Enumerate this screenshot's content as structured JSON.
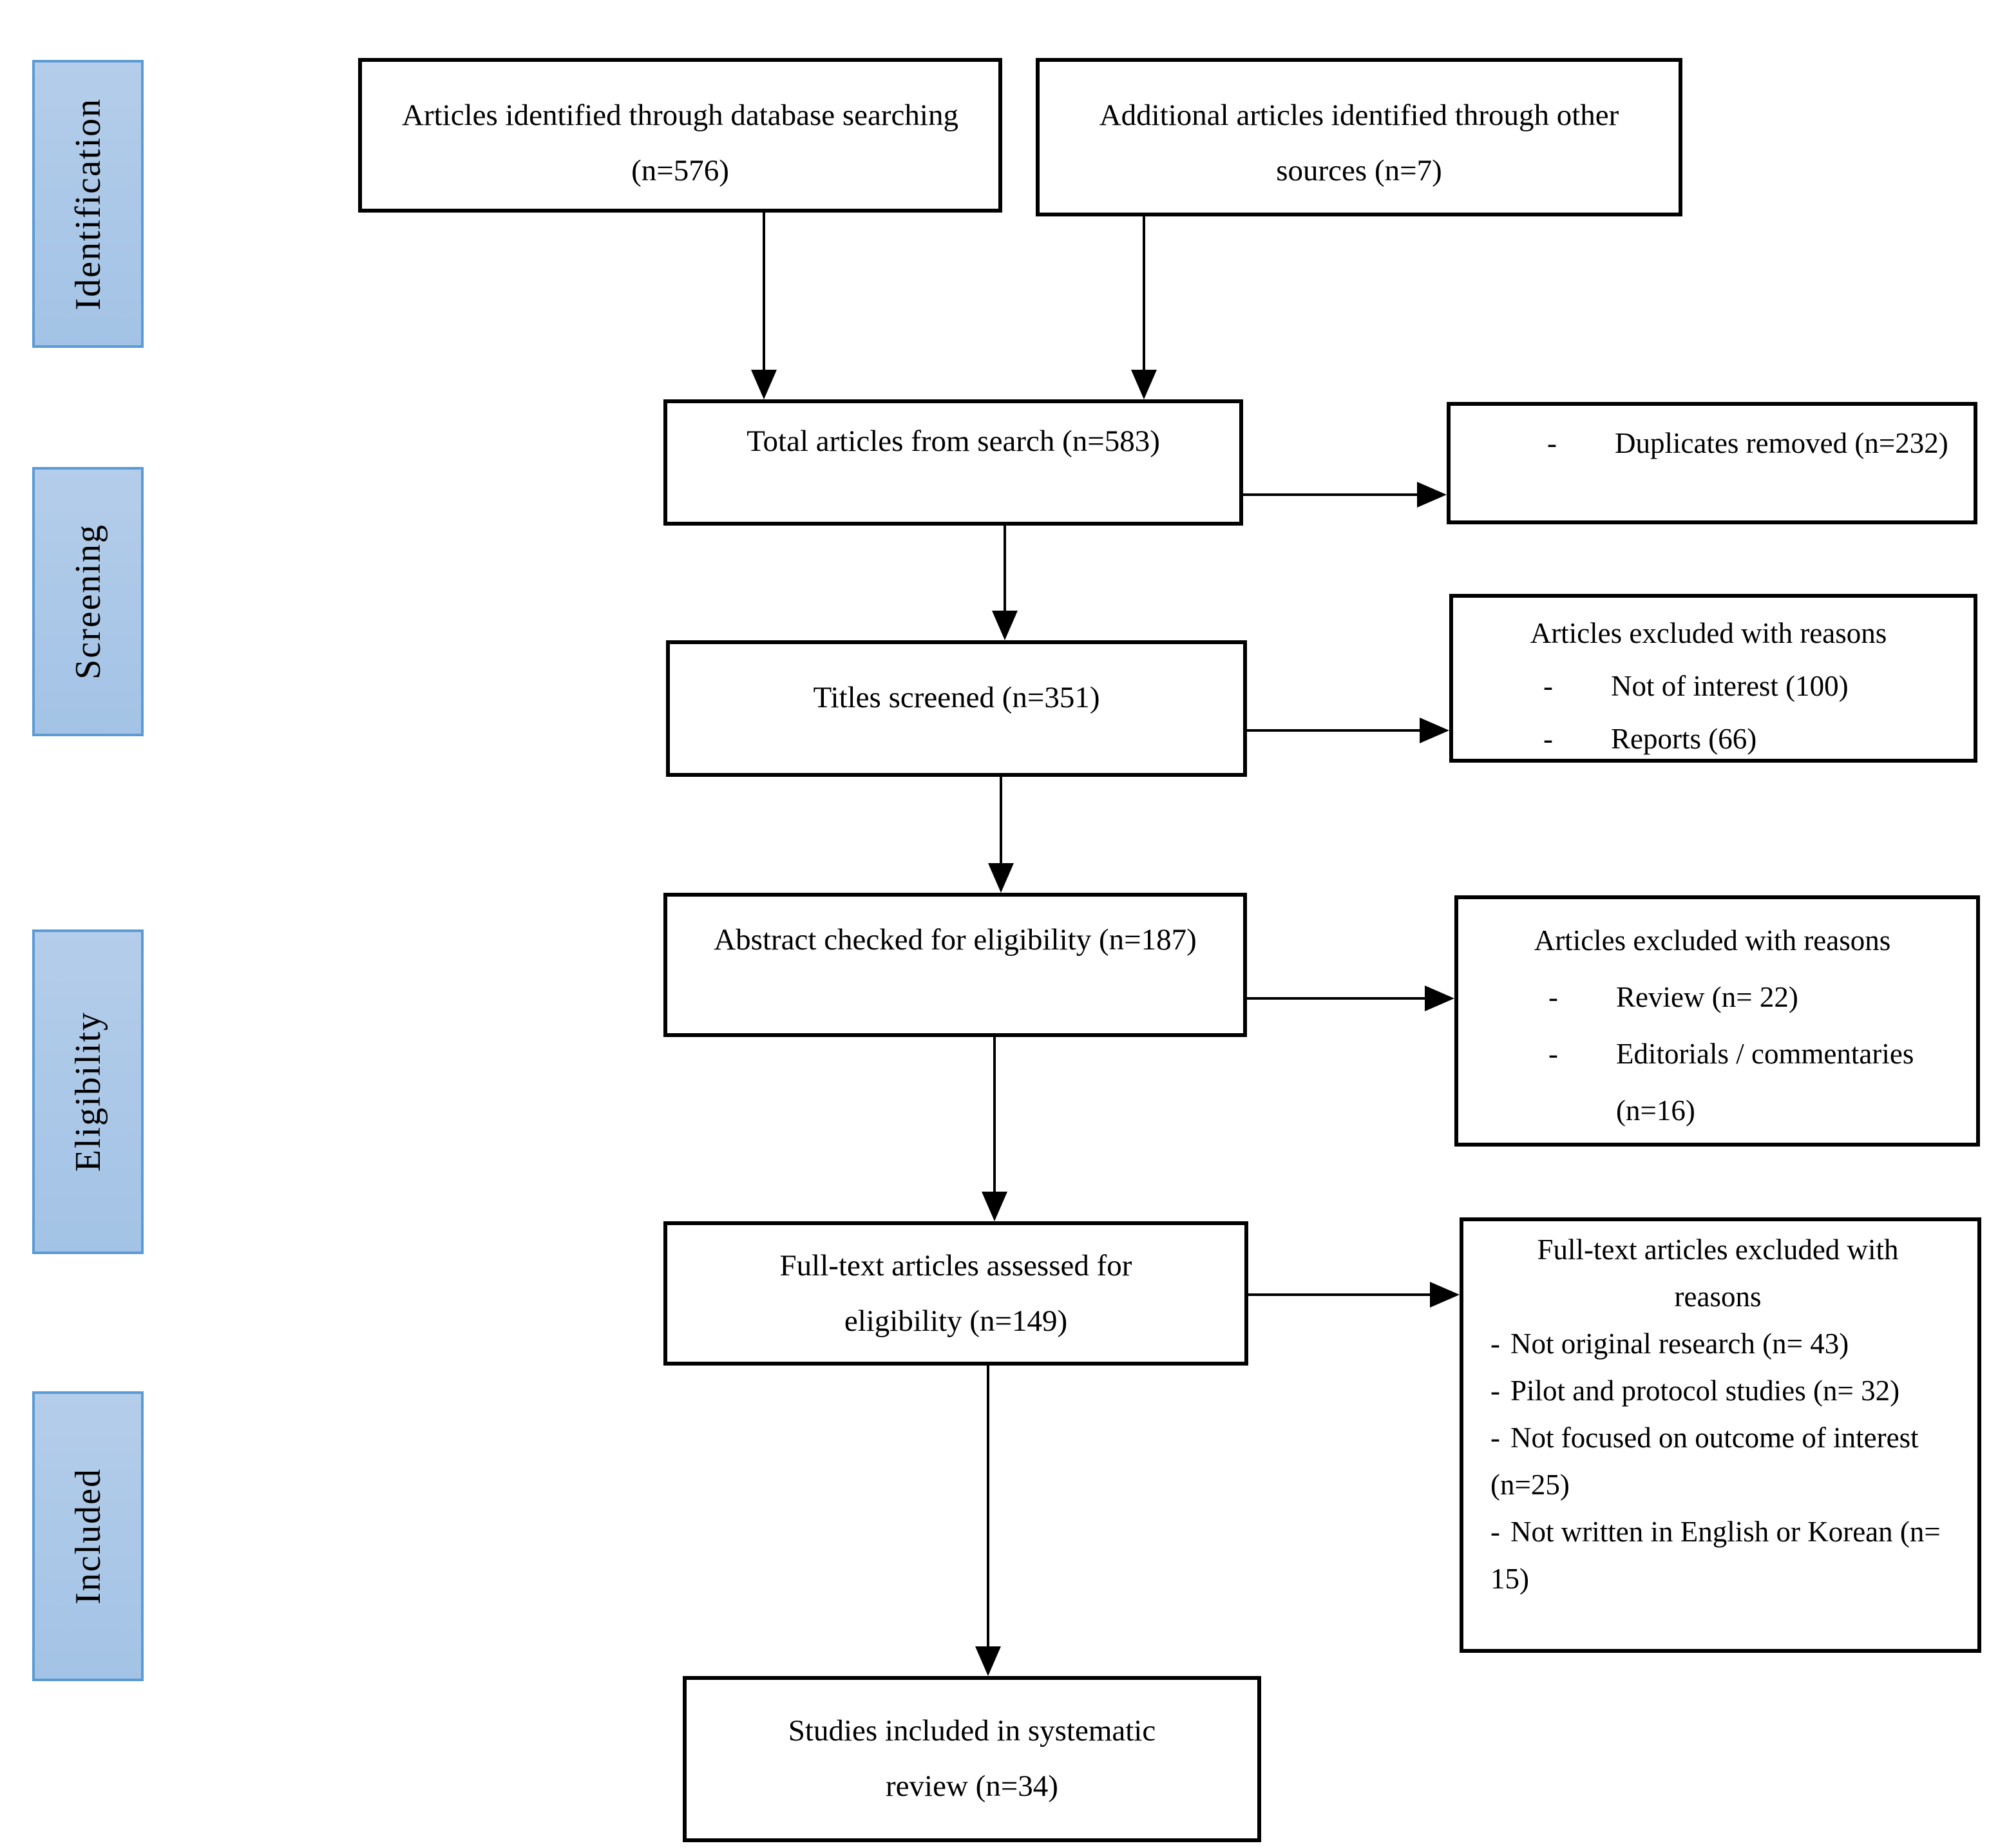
{
  "bullet": "-",
  "colors": {
    "stage_fill": "#A9C6E8",
    "stage_border": "#5B9BD5",
    "box_border": "#000000",
    "arrow": "#000000",
    "background": "#FFFFFF",
    "text": "#000000"
  },
  "stages": [
    {
      "label": "Identification"
    },
    {
      "label": "Screening"
    },
    {
      "label": "Eligibility"
    },
    {
      "label": "Included"
    }
  ],
  "flow": {
    "database": "Articles identified through database searching (n=576)",
    "other_sources": "Additional articles identified through other sources (n=7)",
    "total": "Total articles from search (n=583)",
    "titles": "Titles screened (n=351)",
    "abstract": "Abstract checked for eligibility (n=187)",
    "fulltext": "Full-text articles assessed for eligibility (n=149)",
    "included": "Studies included in systematic review (n=34)"
  },
  "side": {
    "duplicates": {
      "items": [
        "Duplicates removed (n=232)"
      ]
    },
    "titles_excluded": {
      "title": "Articles excluded with reasons",
      "items": [
        "Not of interest (100)",
        "Reports (66)"
      ]
    },
    "abstract_excluded": {
      "title": "Articles excluded with reasons",
      "items": [
        "Review (n= 22)",
        "Editorials / commentaries (n=16)"
      ]
    },
    "fulltext_excluded": {
      "title": "Full-text articles excluded with reasons",
      "items": [
        "Not original research (n= 43)",
        "Pilot and protocol studies (n= 32)",
        "Not focused on outcome of interest (n=25)",
        "Not written in English or Korean (n= 15)"
      ]
    }
  }
}
